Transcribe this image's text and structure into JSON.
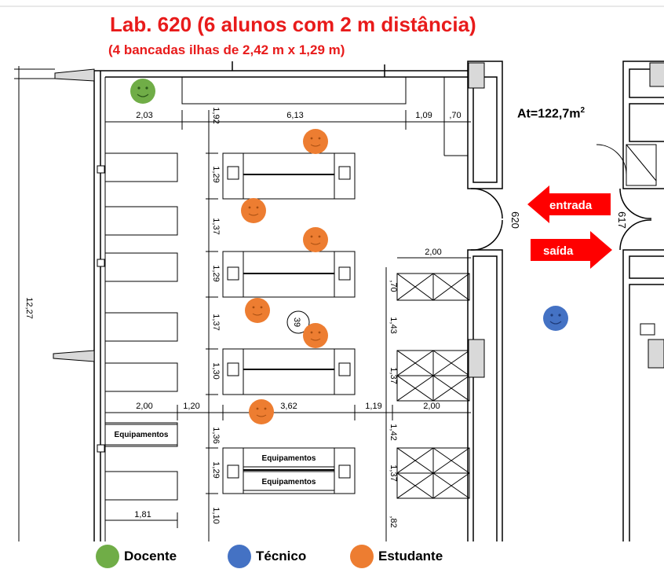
{
  "title": "Lab. 620 (6 alunos com 2 m distância)",
  "subtitle": "(4 bancadas ilhas de 2,42 m x 1,29 m)",
  "area": {
    "label": "At=122,7m",
    "exp": "2"
  },
  "rooms": {
    "current": "620",
    "neighbor": "617",
    "mark": "39"
  },
  "arrows": {
    "entrada": "entrada",
    "saida": "saída"
  },
  "equipment": {
    "a": "Equipamentos",
    "b": "Equipamentos",
    "c": "Equipamentos"
  },
  "dimensions": {
    "top_203": "2,03",
    "top_192": "1,92",
    "top_613": "6,13",
    "top_109": "1,09",
    "top_70": ",70",
    "left_1227": "12,27",
    "col_129a": "1,29",
    "col_137a": "1,37",
    "col_129b": "1,29",
    "col_137b": "1,37",
    "col_130": "1,30",
    "col_136": "1,36",
    "col_129c": "1,29",
    "col_110": "1,10",
    "mid_200": "2,00",
    "mid_120": "1,20",
    "mid_362": "3,62",
    "mid_119": "1,19",
    "mid_200b": "2,00",
    "bot_181": "1,81",
    "right_200": "2,00",
    "right_70": ",70",
    "right_143": "1,43",
    "right_137": "1,37",
    "right_142": "1,42",
    "right_137b": "1,37",
    "right_82": ",82"
  },
  "legend": {
    "docente": "Docente",
    "tecnico": "Técnico",
    "estudante": "Estudante"
  },
  "colors": {
    "title": "#e81b1b",
    "arrow": "#ff0000",
    "docente": "#70ad47",
    "tecnico": "#4472c4",
    "estudante": "#ed7d31"
  }
}
